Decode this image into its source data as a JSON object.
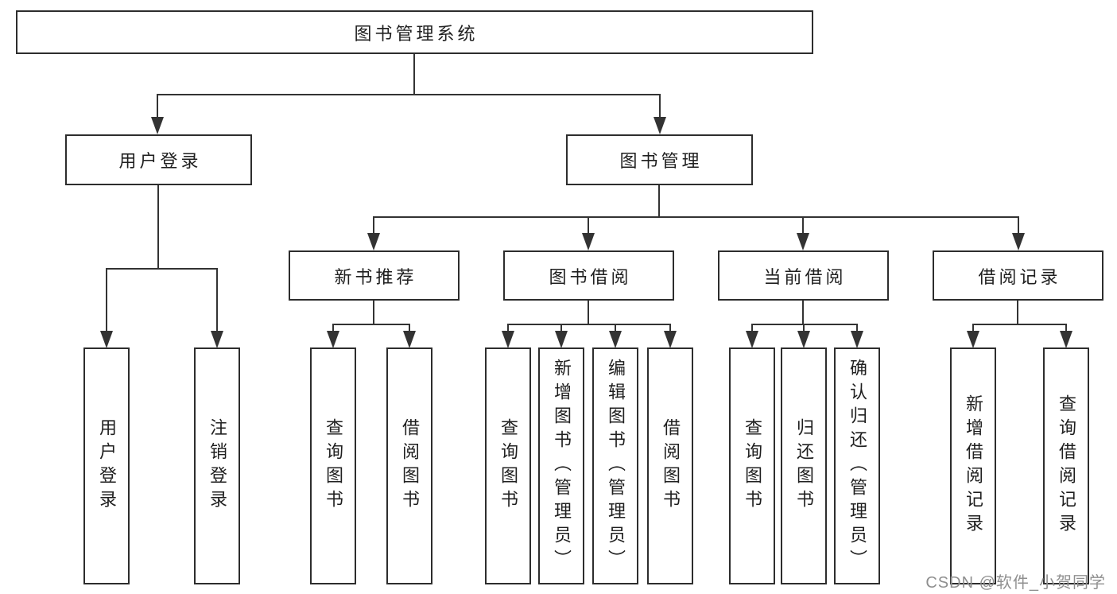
{
  "diagram": {
    "type": "tree",
    "root": {
      "label": "图书管理系统",
      "children": [
        {
          "label": "用户登录",
          "children": [
            {
              "label": "用户登录"
            },
            {
              "label": "注销登录"
            }
          ]
        },
        {
          "label": "图书管理",
          "children": [
            {
              "label": "新书推荐",
              "children": [
                {
                  "label": "查询图书"
                },
                {
                  "label": "借阅图书"
                }
              ]
            },
            {
              "label": "图书借阅",
              "children": [
                {
                  "label": "查询图书"
                },
                {
                  "label": "新增图书（管理员）"
                },
                {
                  "label": "编辑图书（管理员）"
                },
                {
                  "label": "借阅图书"
                }
              ]
            },
            {
              "label": "当前借阅",
              "children": [
                {
                  "label": "查询图书"
                },
                {
                  "label": "归还图书"
                },
                {
                  "label": "确认归还（管理员）"
                }
              ]
            },
            {
              "label": "借阅记录",
              "children": [
                {
                  "label": "新增借阅记录"
                },
                {
                  "label": "查询借阅记录"
                }
              ]
            }
          ]
        }
      ]
    }
  },
  "watermark": {
    "text": "CSDN @软件_小贺同学"
  },
  "colors": {
    "line": "#333333",
    "box_border": "#2d2d2d",
    "text": "#1f1f1f",
    "watermark": "#8f8f8f",
    "background": "#ffffff"
  }
}
